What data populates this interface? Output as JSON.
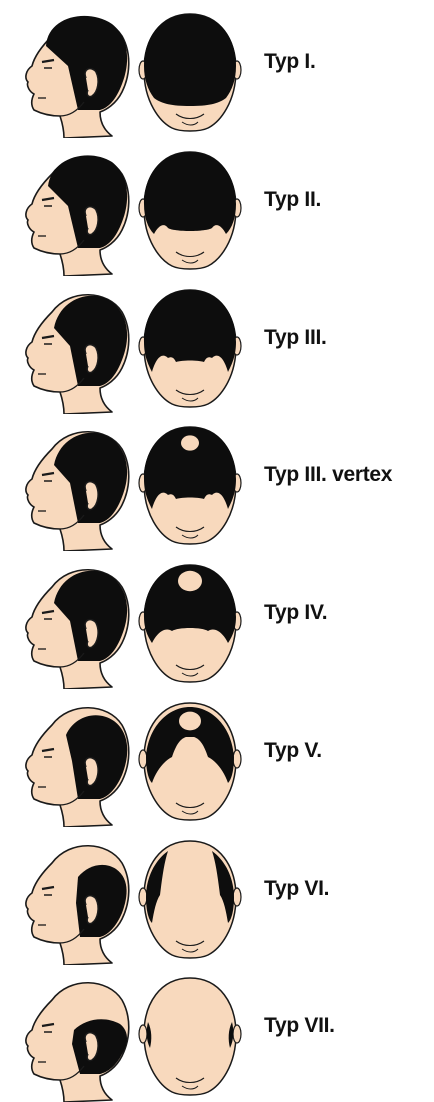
{
  "stages": [
    {
      "label": "Typ I.",
      "stage": 1,
      "crown_spot": false
    },
    {
      "label": "Typ II.",
      "stage": 2,
      "crown_spot": false
    },
    {
      "label": "Typ III.",
      "stage": 3,
      "crown_spot": false
    },
    {
      "label": "Typ III. vertex",
      "stage": 3,
      "crown_spot": true
    },
    {
      "label": "Typ IV.",
      "stage": 4,
      "crown_spot": true
    },
    {
      "label": "Typ V.",
      "stage": 5,
      "crown_spot": true
    },
    {
      "label": "Typ VI.",
      "stage": 6,
      "crown_spot": false
    },
    {
      "label": "Typ VII.",
      "stage": 7,
      "crown_spot": false
    }
  ],
  "colors": {
    "skin": "#f8d9bd",
    "hair": "#0d0d0d",
    "outline": "#1a1a1a",
    "background": "#ffffff"
  }
}
